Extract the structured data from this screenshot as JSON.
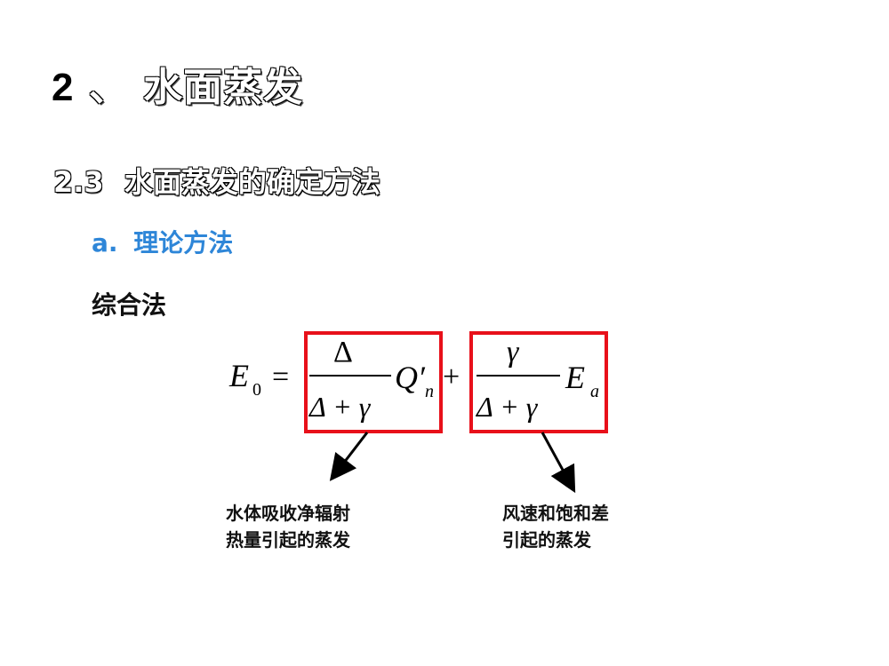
{
  "slide": {
    "title_number": "2",
    "title_sep": "、",
    "title_text": "水面蒸发",
    "subtitle": "2.3  水面蒸发的确定方法",
    "method": "a. 理论方法",
    "composite_label": "综合法"
  },
  "formula": {
    "lhs": "E",
    "lhs_sub": "0",
    "equals": "=",
    "frac1_num": "Δ",
    "frac1_den": "Δ + γ",
    "term1": "Q′",
    "term1_sub": "n",
    "plus": "+",
    "frac2_num": "γ",
    "frac2_den": "Δ + γ",
    "term2": "E",
    "term2_sub": "a",
    "highlight_color": "#e8101a"
  },
  "notes": {
    "left_line1": "水体吸收净辐射",
    "left_line2": "热量引起的蒸发",
    "right_line1": "风速和饱和差",
    "right_line2": "引起的蒸发"
  }
}
